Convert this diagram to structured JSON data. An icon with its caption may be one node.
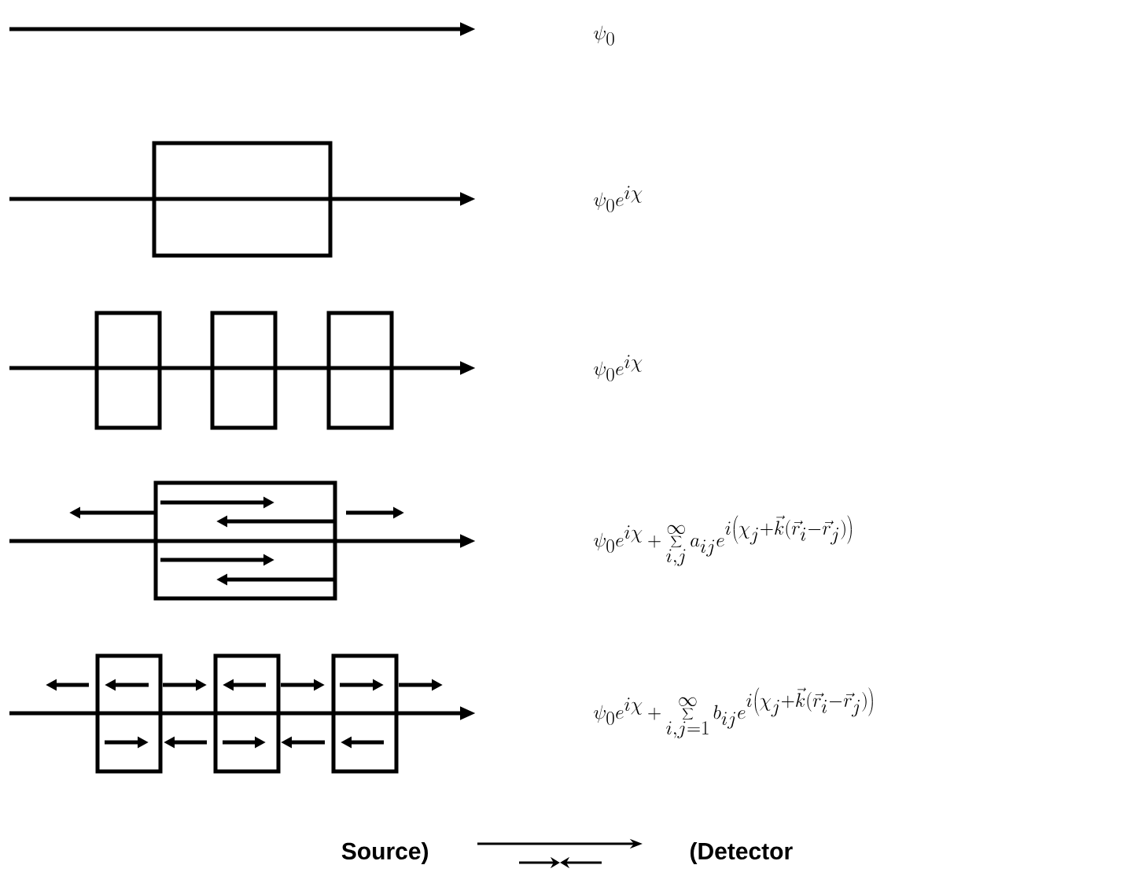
{
  "diagram": {
    "labels": [
      "\\psi_0",
      "\\psi_0 e^{i\\chi}",
      "\\psi_0 e^{i\\chi}",
      "\\psi_0 e^{i\\chi} + \\sum_{i,j}^{\\infty} a_{ij} e^{i\\left(\\chi_j + \\vec{k}(\\vec{r}_i - \\vec{r}_j)\\right)}",
      "\\psi_0 e^{i\\chi} + \\sum_{i,j=1}^{\\infty} b_{ij} e^{i\\left(\\chi_j + \\vec{k}(\\vec{r}_i - \\vec{r}_j)\\right)}",
      "Source)",
      "(Detector"
    ]
  }
}
